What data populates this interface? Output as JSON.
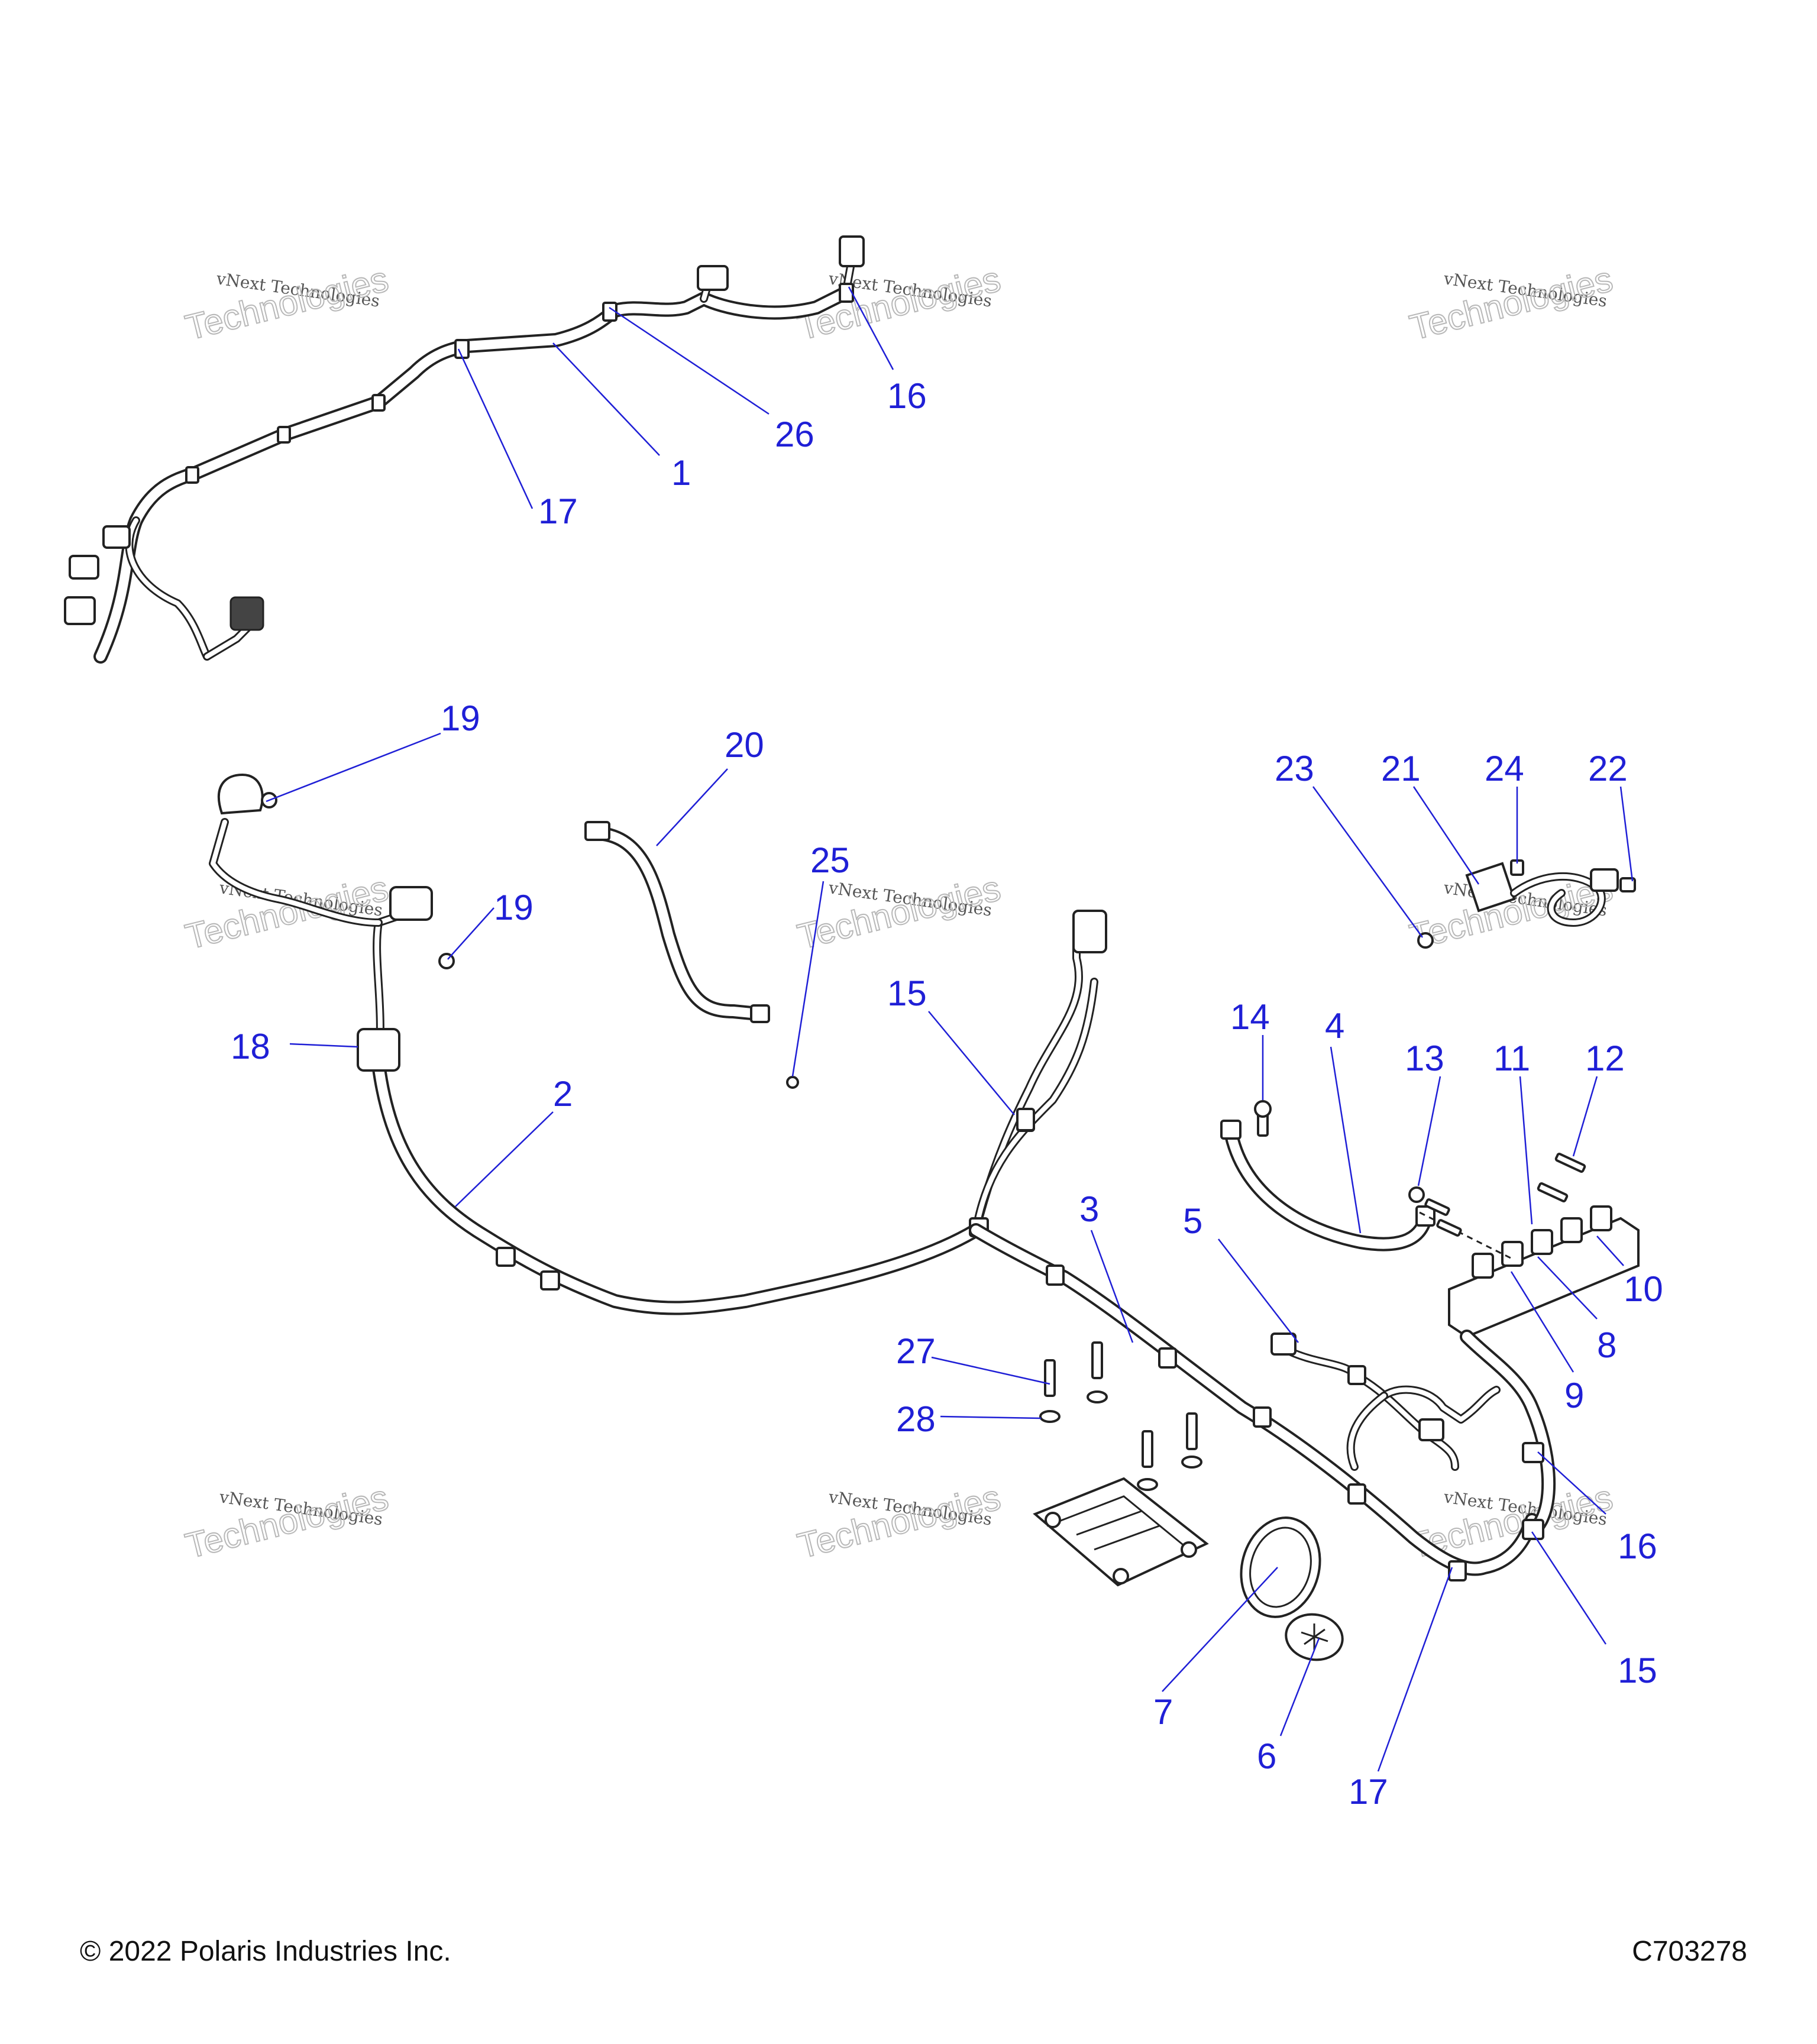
{
  "footer": {
    "copyright": "© 2022 Polaris Industries Inc.",
    "figure_id": "C703278"
  },
  "watermark": {
    "line1": "vNext Technologies",
    "line2": "Technologies"
  },
  "callouts": [
    {
      "id": "c1",
      "label": "1"
    },
    {
      "id": "c2",
      "label": "2"
    },
    {
      "id": "c3",
      "label": "3"
    },
    {
      "id": "c4",
      "label": "4"
    },
    {
      "id": "c5",
      "label": "5"
    },
    {
      "id": "c6",
      "label": "6"
    },
    {
      "id": "c7",
      "label": "7"
    },
    {
      "id": "c8",
      "label": "8"
    },
    {
      "id": "c9",
      "label": "9"
    },
    {
      "id": "c10",
      "label": "10"
    },
    {
      "id": "c11",
      "label": "11"
    },
    {
      "id": "c12",
      "label": "12"
    },
    {
      "id": "c13",
      "label": "13"
    },
    {
      "id": "c14",
      "label": "14"
    },
    {
      "id": "c15a",
      "label": "15"
    },
    {
      "id": "c15b",
      "label": "15"
    },
    {
      "id": "c16a",
      "label": "16"
    },
    {
      "id": "c16b",
      "label": "16"
    },
    {
      "id": "c17a",
      "label": "17"
    },
    {
      "id": "c17b",
      "label": "17"
    },
    {
      "id": "c18",
      "label": "18"
    },
    {
      "id": "c19a",
      "label": "19"
    },
    {
      "id": "c19b",
      "label": "19"
    },
    {
      "id": "c20",
      "label": "20"
    },
    {
      "id": "c21",
      "label": "21"
    },
    {
      "id": "c22",
      "label": "22"
    },
    {
      "id": "c23",
      "label": "23"
    },
    {
      "id": "c24",
      "label": "24"
    },
    {
      "id": "c25",
      "label": "25"
    },
    {
      "id": "c26",
      "label": "26"
    },
    {
      "id": "c27",
      "label": "27"
    },
    {
      "id": "c28",
      "label": "28"
    }
  ]
}
